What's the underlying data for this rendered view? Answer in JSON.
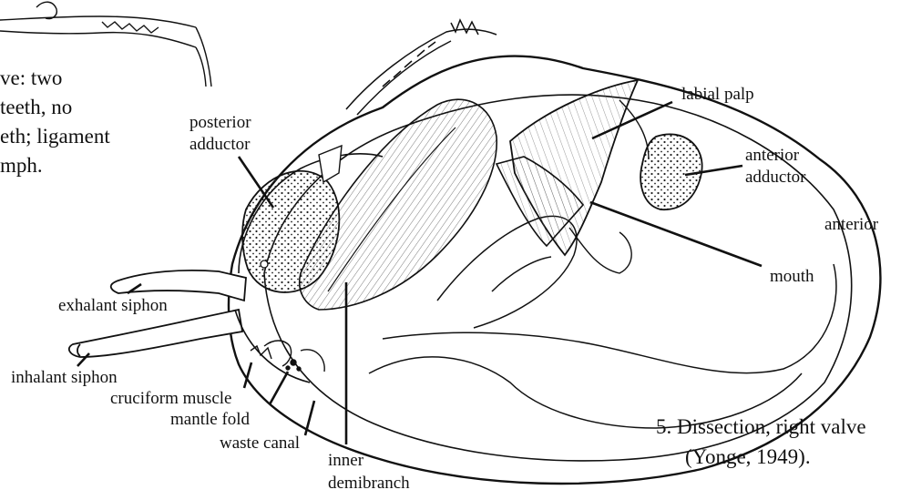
{
  "top_left_text": [
    "ve: two",
    "teeth, no",
    "eth; ligament",
    "mph."
  ],
  "labels": {
    "labial_palp": "labial palp",
    "posterior_adductor": [
      "posterior",
      "adductor"
    ],
    "anterior_adductor": [
      "anterior",
      "adductor"
    ],
    "anterior": "anterior",
    "mouth": "mouth",
    "exhalant_siphon": "exhalant siphon",
    "inhalant_siphon": "inhalant siphon",
    "cruciform_muscle": "cruciform muscle",
    "mantle_fold": "mantle fold",
    "waste_canal": "waste canal",
    "inner_demibranch": [
      "inner",
      "demibranch"
    ]
  },
  "caption": [
    "5. Dissection, right valve",
    "(Yonge, 1949)."
  ]
}
